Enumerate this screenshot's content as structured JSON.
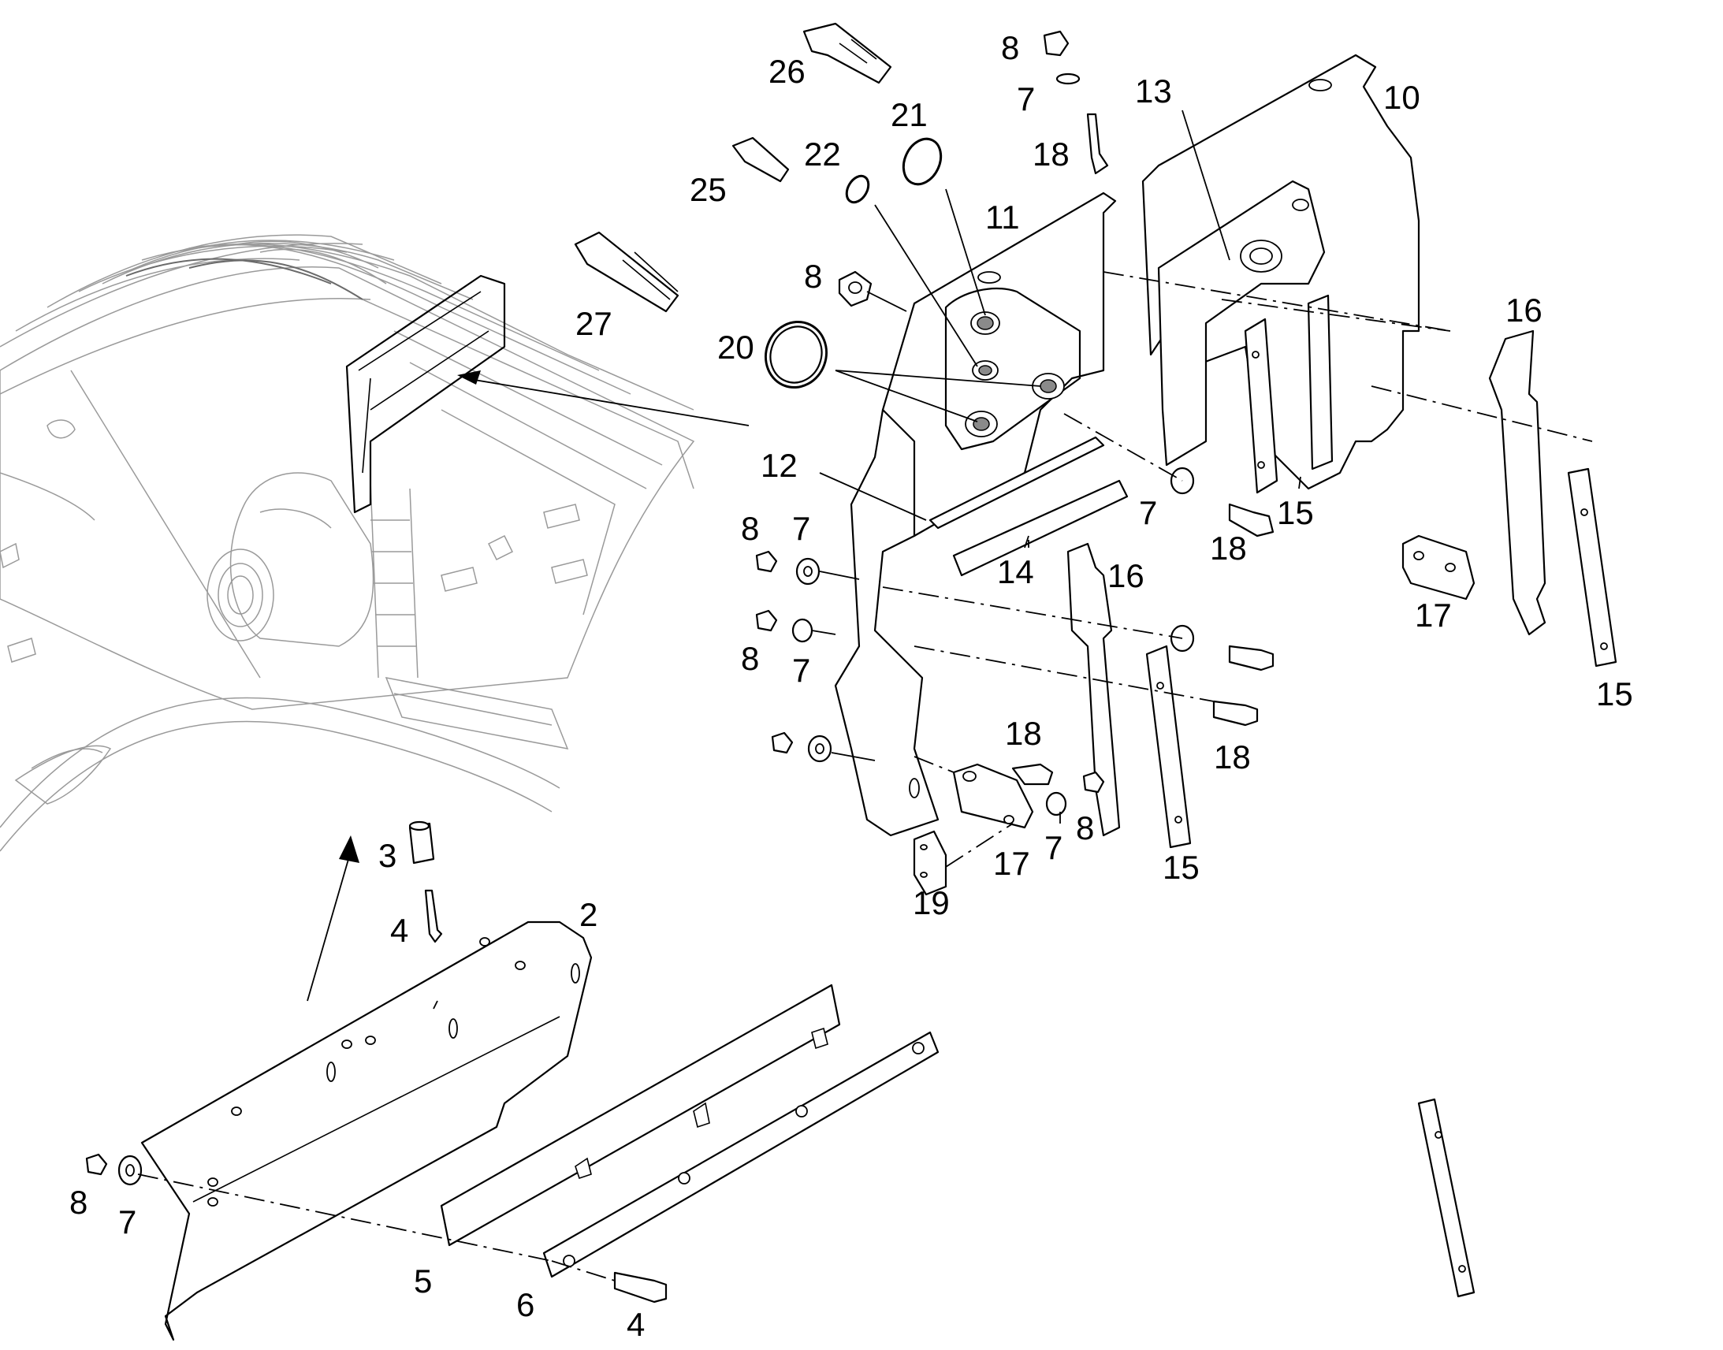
{
  "diagram": {
    "callouts": [
      {
        "id": "c26",
        "text": "26"
      },
      {
        "id": "c8a",
        "text": "8"
      },
      {
        "id": "c7a",
        "text": "7"
      },
      {
        "id": "c13",
        "text": "13"
      },
      {
        "id": "c10",
        "text": "10"
      },
      {
        "id": "c21",
        "text": "21"
      },
      {
        "id": "c22",
        "text": "22"
      },
      {
        "id": "c25",
        "text": "25"
      },
      {
        "id": "c18a",
        "text": "18"
      },
      {
        "id": "c11",
        "text": "11"
      },
      {
        "id": "c8b",
        "text": "8"
      },
      {
        "id": "c27",
        "text": "27"
      },
      {
        "id": "c20",
        "text": "20"
      },
      {
        "id": "c16a",
        "text": "16"
      },
      {
        "id": "c12",
        "text": "12"
      },
      {
        "id": "c7b",
        "text": "7"
      },
      {
        "id": "c15a",
        "text": "15"
      },
      {
        "id": "c18b",
        "text": "18"
      },
      {
        "id": "c8c",
        "text": "8"
      },
      {
        "id": "c7c",
        "text": "7"
      },
      {
        "id": "c14",
        "text": "14"
      },
      {
        "id": "c16b",
        "text": "16"
      },
      {
        "id": "c17a",
        "text": "17"
      },
      {
        "id": "c8d",
        "text": "8"
      },
      {
        "id": "c7d",
        "text": "7"
      },
      {
        "id": "c15b",
        "text": "15"
      },
      {
        "id": "c18c",
        "text": "18"
      },
      {
        "id": "c18d",
        "text": "18"
      },
      {
        "id": "c3",
        "text": "3"
      },
      {
        "id": "c8e",
        "text": "8"
      },
      {
        "id": "c7e",
        "text": "7"
      },
      {
        "id": "c17b",
        "text": "17"
      },
      {
        "id": "c15c",
        "text": "15"
      },
      {
        "id": "c19",
        "text": "19"
      },
      {
        "id": "c4a",
        "text": "4"
      },
      {
        "id": "c2",
        "text": "2"
      },
      {
        "id": "c8f",
        "text": "8"
      },
      {
        "id": "c7f",
        "text": "7"
      },
      {
        "id": "c5",
        "text": "5"
      },
      {
        "id": "c6",
        "text": "6"
      },
      {
        "id": "c4b",
        "text": "4"
      }
    ]
  }
}
